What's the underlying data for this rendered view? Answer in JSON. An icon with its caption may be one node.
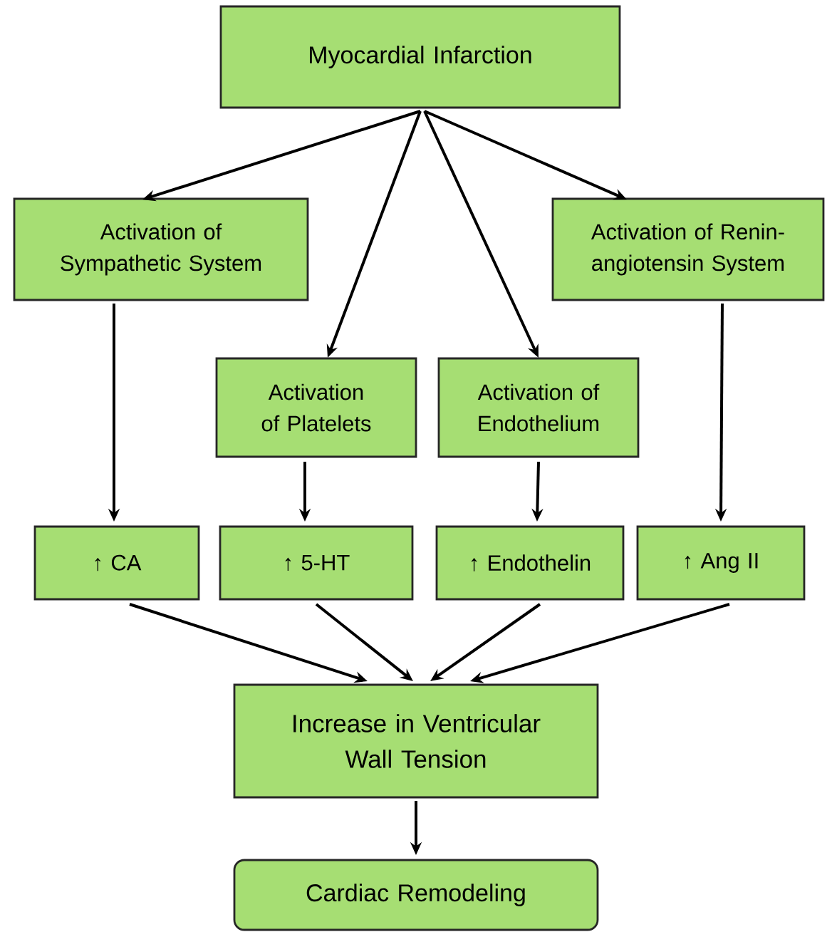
{
  "diagram": {
    "nodes": [
      {
        "text": [
          "Myocardial Infarction"
        ]
      },
      {
        "text": [
          "Activation of Sympathetic System"
        ]
      },
      {
        "text": [
          "Activation of Renin-angiotensin System"
        ]
      },
      {
        "text": [
          "Activation of Platelets"
        ]
      },
      {
        "text": [
          "Activation of Endothelium"
        ]
      },
      {
        "text": [
          "↑ CA"
        ]
      },
      {
        "text": [
          "↑ 5-HT"
        ]
      },
      {
        "text": [
          "↑ Endothelin"
        ]
      },
      {
        "text": [
          "↑ Ang II"
        ]
      },
      {
        "text": [
          "Increase in Ventricular Wall Tension"
        ]
      },
      {
        "text": [
          "Cardiac Remodeling"
        ]
      }
    ],
    "edges": [
      {
        "from": 0,
        "to": 1,
        "arrow": "to"
      },
      {
        "from": 0,
        "to": 3,
        "arrow": "to"
      },
      {
        "from": 0,
        "to": 4,
        "arrow": "to"
      },
      {
        "from": 0,
        "to": 2,
        "arrow": "to"
      },
      {
        "from": 1,
        "to": 5,
        "arrow": "to"
      },
      {
        "from": 3,
        "to": 6,
        "arrow": "to"
      },
      {
        "from": 4,
        "to": 7,
        "arrow": "to"
      },
      {
        "from": 2,
        "to": 8,
        "arrow": "to"
      },
      {
        "from": 5,
        "to": 9,
        "arrow": "to"
      },
      {
        "from": 6,
        "to": 9,
        "arrow": "to"
      },
      {
        "from": 7,
        "to": 9,
        "arrow": "to"
      },
      {
        "from": 8,
        "to": 9,
        "arrow": "to"
      },
      {
        "from": 9,
        "to": 10,
        "arrow": "to"
      }
    ]
  }
}
